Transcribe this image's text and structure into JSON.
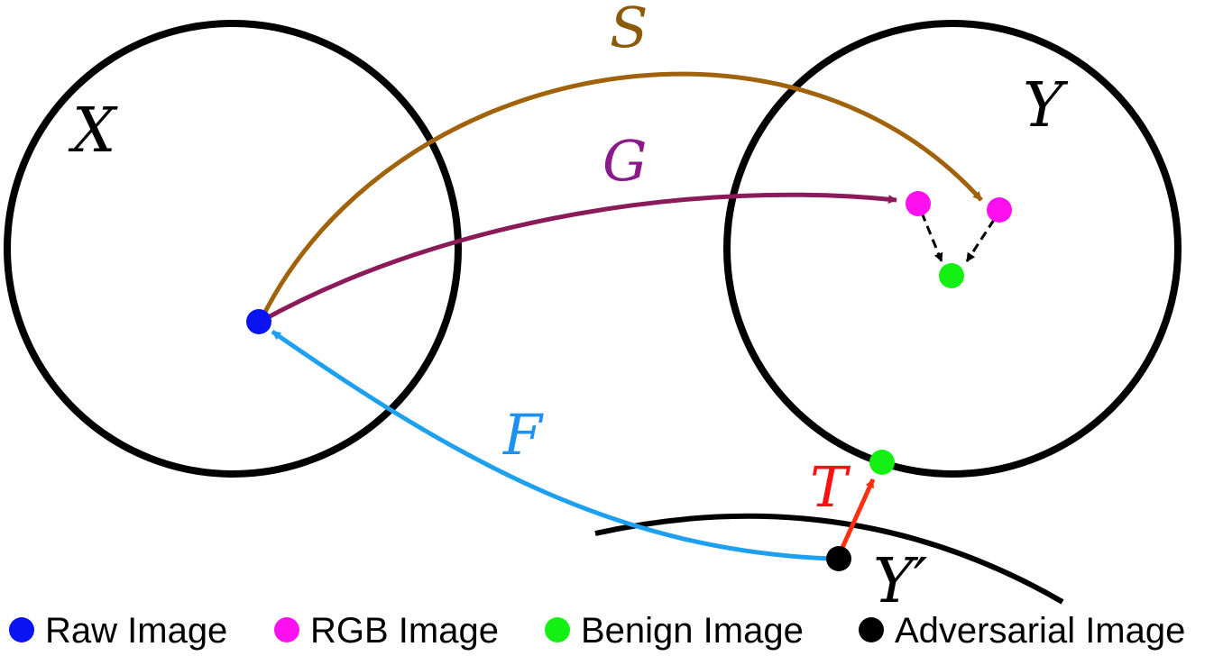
{
  "labels": {
    "set_x": "X",
    "set_y": "Y",
    "set_y_prime": "Y′",
    "map_s": "S",
    "map_g": "G",
    "map_f": "F",
    "map_t": "T"
  },
  "legend": [
    {
      "label": "Raw Image",
      "color": "#0a14f0"
    },
    {
      "label": "RGB Image",
      "color": "#ff10f0"
    },
    {
      "label": "Benign Image",
      "color": "#14f014"
    },
    {
      "label": "Adversarial Image",
      "color": "#000000"
    }
  ],
  "colors": {
    "circle": "#000000",
    "arrow_s": "#a0620a",
    "arrow_g": "#8a1a58",
    "arrow_f": "#1ea0f0",
    "arrow_t": "#ff3010",
    "dashed": "#000000",
    "label_s": "#8b5a0c",
    "label_g": "#8a1a8a",
    "label_f": "#1e90f0",
    "label_t": "#ff1010"
  }
}
